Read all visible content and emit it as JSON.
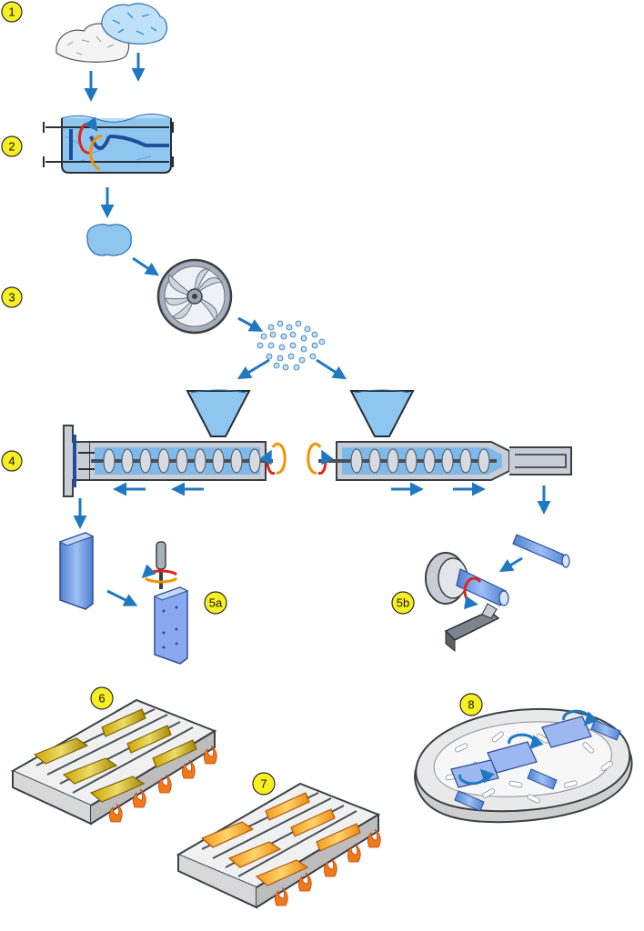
{
  "steps": [
    {
      "id": "1",
      "label": "1"
    },
    {
      "id": "2",
      "label": "2"
    },
    {
      "id": "3",
      "label": "3"
    },
    {
      "id": "4",
      "label": "4"
    },
    {
      "id": "5a",
      "label": "5a"
    },
    {
      "id": "5b",
      "label": "5b"
    },
    {
      "id": "6",
      "label": "6"
    },
    {
      "id": "7",
      "label": "7"
    },
    {
      "id": "8",
      "label": "8"
    }
  ],
  "colors": {
    "badge": "#f7ef22",
    "flow_arrow": "#1f78c1",
    "material_blue": "#8ec6f0",
    "rotation_red": "#e2231a",
    "rotation_orange": "#f39200",
    "heated_part": "#e8b400",
    "flame": "#f07a1a"
  }
}
